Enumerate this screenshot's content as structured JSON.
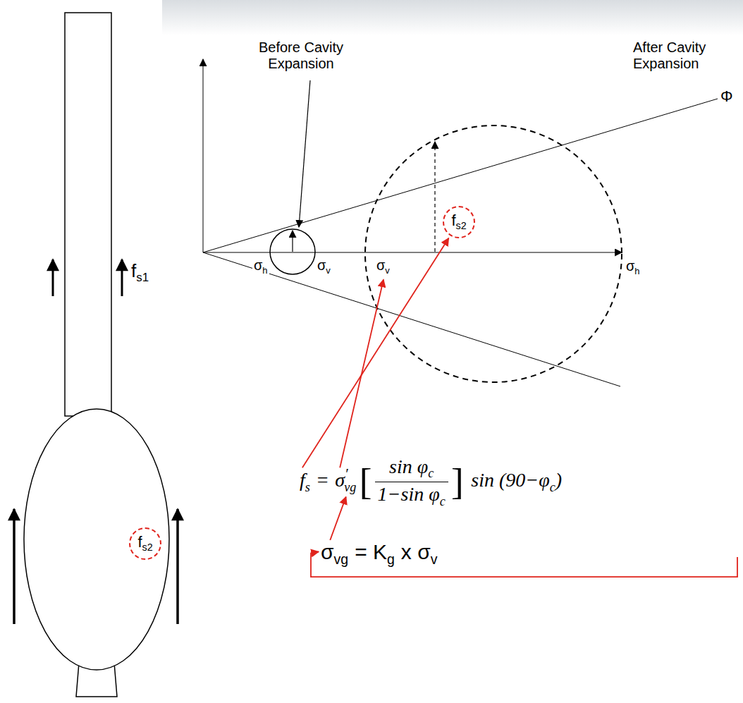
{
  "diagram": {
    "nodes": [
      {
        "text": [
          "f",
          "s2"
        ]
      },
      {
        "text": [
          "f",
          "s2"
        ]
      }
    ],
    "labels": [
      "Φ",
      "Before Cavity Expansion",
      "After Cavity Expansion",
      "σ",
      "h",
      "σ",
      "v",
      "σ",
      "v",
      "σ",
      "h",
      "f",
      "s1",
      "f",
      "s",
      "=",
      "σ",
      "′",
      "vg",
      "[",
      "sin φ",
      "c",
      "1−sin φ",
      "c",
      "]",
      "sin (90−φ",
      "c",
      ")",
      "σ",
      "vg",
      "= K",
      "g",
      "x σ",
      "v"
    ]
  }
}
